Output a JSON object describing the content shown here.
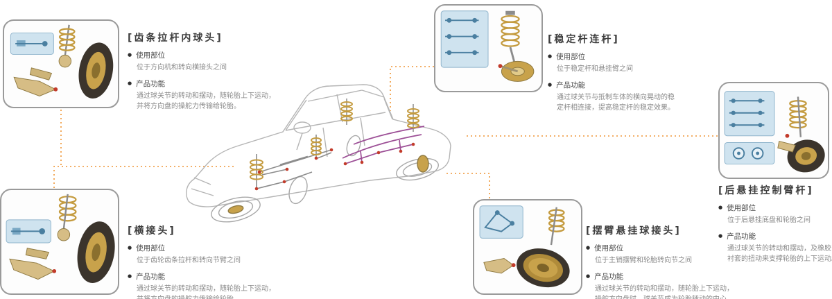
{
  "ui": {
    "bullet": "●"
  },
  "colors": {
    "connector": "#ef9433",
    "joint_red": "#c23b2b",
    "rear_highlight": "#9c4f96",
    "gold": "#c8a24b"
  },
  "sections": [
    {
      "title": "[齿条拉杆内球头]",
      "usage_label": "使用部位",
      "usage_line": "位于方向机和转向横接头之间",
      "function_label": "产品功能",
      "function_line1": "通过球关节的转动和摆动，随轮胎上下运动，",
      "function_line2": "并将方向盘的操舵力传输给轮胎。"
    },
    {
      "title": "[稳定杆连杆]",
      "usage_label": "使用部位",
      "usage_line": "位于稳定杆和悬挂臂之间",
      "function_label": "产品功能",
      "function_line1": "通过球关节与抵制车体的横向晃动的稳",
      "function_line2": "定杆相连接，提高稳定杆的稳定效果。"
    },
    {
      "title": "[后悬挂控制臂杆]",
      "usage_label": "使用部位",
      "usage_line": "位于后悬挂底盘和轮胎之间",
      "function_label": "产品功能",
      "function_line1": "通过球关节的转动和摆动，及橡胶",
      "function_line2": "衬套的扭动来支撑轮胎的上下运动。"
    },
    {
      "title": "[横接头]",
      "usage_label": "使用部位",
      "usage_line": "位于齿轮齿条拉杆和转向节臂之间",
      "function_label": "产品功能",
      "function_line1": "通过球关节的转动和摆动，随轮胎上下运动，",
      "function_line2": "并将方向盘的操舵力传输给轮胎。"
    },
    {
      "title": "[摆臂悬挂球接头]",
      "usage_label": "使用部位",
      "usage_line": "位于主销摆臂和轮胎转向节之间",
      "function_label": "产品功能",
      "function_line1": "通过球关节的转动和摆动，随轮胎上下运动，",
      "function_line2": "操舵方向盘时，球关节成为轮胎转动的中心。"
    }
  ]
}
